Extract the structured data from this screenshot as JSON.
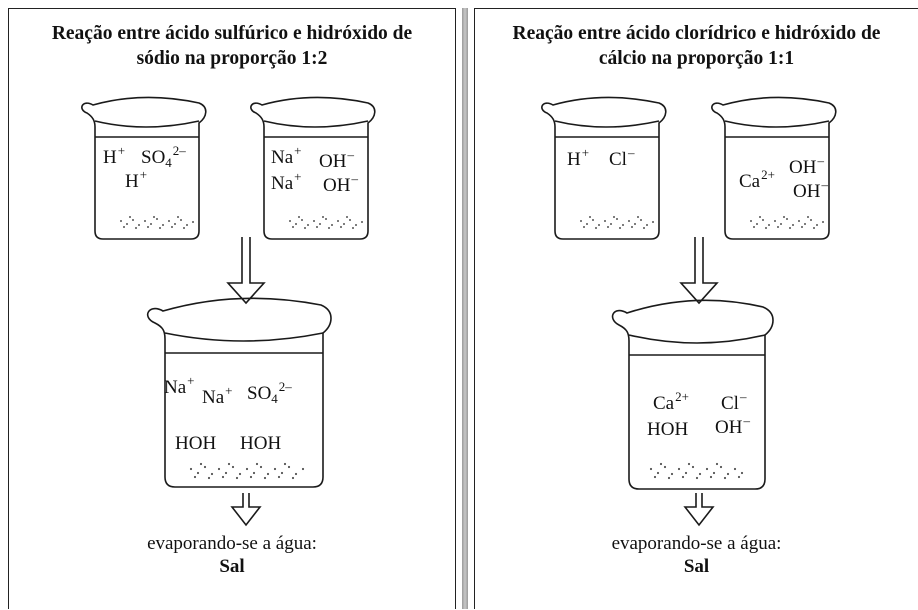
{
  "left": {
    "title_line1": "Reação entre ácido sulfúrico e hidróxido de",
    "title_line2": "sódio na proporção 1:2",
    "beaker1": {
      "ion_a": "H",
      "ion_a_charge": "+",
      "ion_b": "SO",
      "ion_b_sub": "4",
      "ion_b_charge": "2–",
      "ion_c": "H",
      "ion_c_charge": "+"
    },
    "beaker2": {
      "ion_a": "Na",
      "ion_a_charge": "+",
      "ion_b": "OH",
      "ion_b_charge": "–",
      "ion_c": "Na",
      "ion_c_charge": "+",
      "ion_d": "OH",
      "ion_d_charge": "–"
    },
    "result": {
      "ion_a": "Na",
      "ion_a_charge": "+",
      "ion_b": "Na",
      "ion_b_charge": "+",
      "ion_c": "SO",
      "ion_c_sub": "4",
      "ion_c_charge": "2–",
      "mol_a": "HOH",
      "mol_b": "HOH"
    },
    "caption": "evaporando-se a água:",
    "product": "Sal"
  },
  "right": {
    "title_line1": "Reação entre ácido clorídrico e hidróxido de",
    "title_line2": "cálcio na proporção 1:1",
    "beaker1": {
      "ion_a": "H",
      "ion_a_charge": "+",
      "ion_b": "Cl",
      "ion_b_charge": "–"
    },
    "beaker2": {
      "ion_a": "Ca",
      "ion_a_charge": "2+",
      "ion_b": "OH",
      "ion_b_charge": "–",
      "ion_c": "OH",
      "ion_c_charge": "–"
    },
    "result": {
      "ion_a": "Ca",
      "ion_a_charge": "2+",
      "ion_b": "Cl",
      "ion_b_charge": "–",
      "mol_a": "HOH",
      "ion_c": "OH",
      "ion_c_charge": "–"
    },
    "caption": "evaporando-se a água:",
    "product": "Sal"
  }
}
